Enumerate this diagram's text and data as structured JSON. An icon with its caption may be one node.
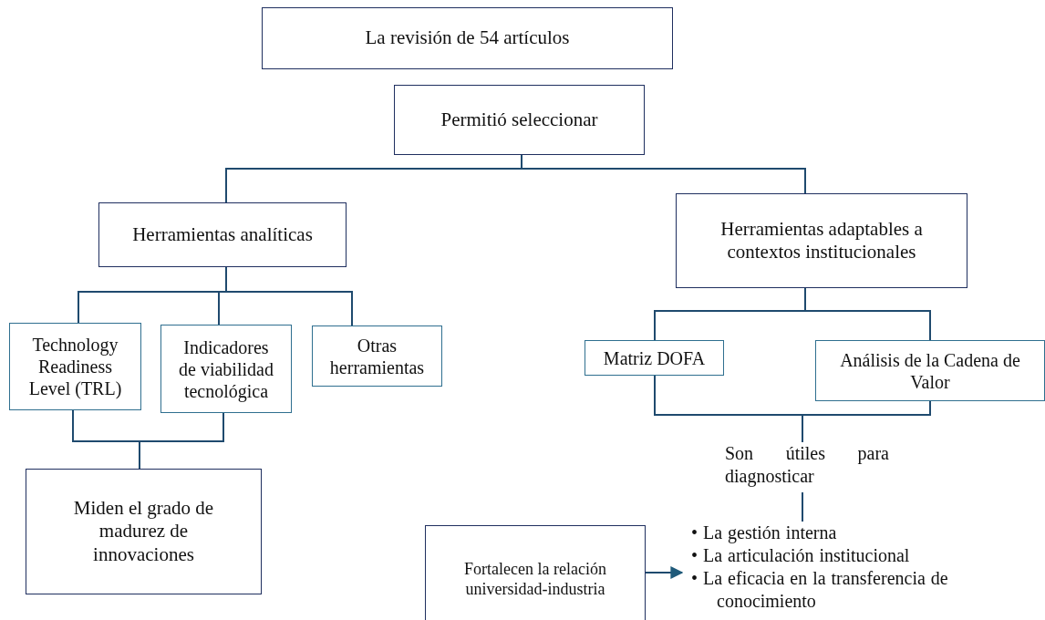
{
  "diagram": {
    "nodes": [
      {
        "text": [
          "La revisión de 54 artículos"
        ]
      },
      {
        "text": [
          "Permitió seleccionar"
        ]
      },
      {
        "text": [
          "Herramientas analíticas"
        ]
      },
      {
        "text": [
          "Herramientas adaptables a contextos institucionales"
        ]
      },
      {
        "text": [
          "Technology Readiness Level (TRL)"
        ]
      },
      {
        "text": [
          "Indicadores de viabilidad tecnológica"
        ]
      },
      {
        "text": [
          "Otras herramientas"
        ]
      },
      {
        "text": [
          "Matriz DOFA"
        ]
      },
      {
        "text": [
          "Análisis de la Cadena de Valor"
        ]
      },
      {
        "text": [
          "Miden el grado de madurez de innovaciones"
        ]
      },
      {
        "text": [
          "Son útiles para diagnosticar"
        ]
      },
      {
        "text": [
          "• La gestión interna",
          "• La articulación institucional",
          "• La eficacia en la transferencia de conocimiento"
        ]
      },
      {
        "text": [
          "Fortalecen la relación universidad-industria"
        ]
      }
    ],
    "edges": [
      {
        "from": 1,
        "to": 2,
        "arrow": "none"
      },
      {
        "from": 1,
        "to": 3,
        "arrow": "none"
      },
      {
        "from": 2,
        "to": 4,
        "arrow": "none"
      },
      {
        "from": 2,
        "to": 5,
        "arrow": "none"
      },
      {
        "from": 2,
        "to": 6,
        "arrow": "none"
      },
      {
        "from": 3,
        "to": 7,
        "arrow": "none"
      },
      {
        "from": 3,
        "to": 8,
        "arrow": "none"
      },
      {
        "from": 4,
        "to": 9,
        "arrow": "none"
      },
      {
        "from": 5,
        "to": 9,
        "arrow": "none"
      },
      {
        "from": 7,
        "to": 10,
        "arrow": "none"
      },
      {
        "from": 8,
        "to": 10,
        "arrow": "none"
      },
      {
        "from": 10,
        "to": 11,
        "arrow": "none"
      },
      {
        "from": 12,
        "to": 11,
        "arrow": "to"
      }
    ]
  }
}
